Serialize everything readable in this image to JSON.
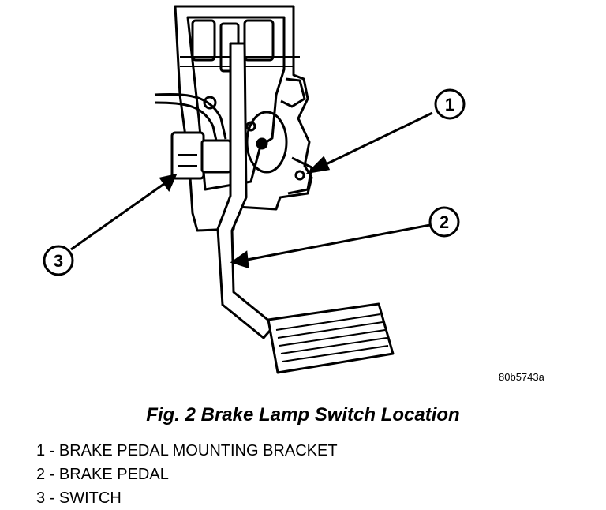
{
  "figure": {
    "callouts": [
      "1",
      "2",
      "3"
    ],
    "figure_id": "80b5743a"
  },
  "caption": "Fig. 2 Brake Lamp Switch Location",
  "legend": [
    "1 - BRAKE PEDAL MOUNTING BRACKET",
    "2 - BRAKE PEDAL",
    "3 - SWITCH"
  ]
}
